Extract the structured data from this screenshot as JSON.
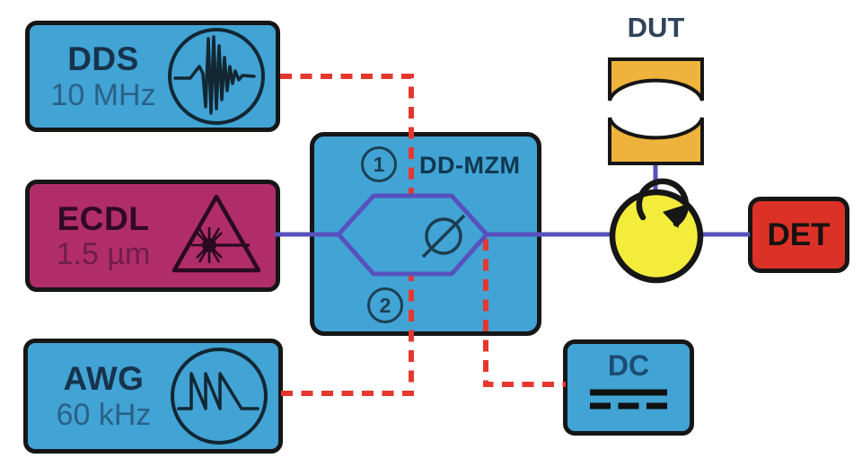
{
  "diagram": {
    "type": "optical-experiment-setup",
    "nodes": {
      "dds": {
        "label": "DDS",
        "sublabel": "10 MHz",
        "icon": "burst-waveform-icon"
      },
      "ecdl": {
        "label": "ECDL",
        "sublabel": "1.5 µm",
        "icon": "laser-warning-icon"
      },
      "awg": {
        "label": "AWG",
        "sublabel": "60 kHz",
        "icon": "sawtooth-waveform-icon"
      },
      "mzm": {
        "label": "DD-MZM",
        "port_top": "1",
        "port_bottom": "2",
        "icon": "phase-shifter-icon"
      },
      "dut": {
        "label": "DUT",
        "icon": "fabry-perot-cavity-icon"
      },
      "circulator": {
        "icon": "circulator-icon"
      },
      "det": {
        "label": "DET"
      },
      "dc": {
        "label": "DC",
        "icon": "dc-source-icon"
      }
    },
    "connections": [
      {
        "from": "DDS",
        "to": "DD-MZM arm 1",
        "signal": "RF drive",
        "style": "red-dashed"
      },
      {
        "from": "AWG",
        "to": "DD-MZM arm 2",
        "signal": "RF drive",
        "style": "red-dashed"
      },
      {
        "from": "DC",
        "to": "DD-MZM bias",
        "signal": "DC bias",
        "style": "red-dashed"
      },
      {
        "from": "ECDL",
        "to": "DD-MZM",
        "signal": "optical",
        "style": "purple-solid"
      },
      {
        "from": "DD-MZM",
        "to": "circulator",
        "signal": "optical",
        "style": "purple-solid"
      },
      {
        "from": "circulator",
        "to": "DUT",
        "signal": "optical",
        "style": "purple-solid"
      },
      {
        "from": "circulator",
        "to": "DET",
        "signal": "optical",
        "style": "purple-solid"
      }
    ],
    "colors": {
      "signal_box_blue": "#42a3d5",
      "laser_box_magenta": "#b12d69",
      "detector_red": "#dc3127",
      "cavity_orange": "#efb23c",
      "circulator_yellow": "#f3ec3b",
      "optical_path_purple": "#5751bd",
      "rf_path_red": "#e5372d",
      "outline_black": "#161616"
    }
  }
}
